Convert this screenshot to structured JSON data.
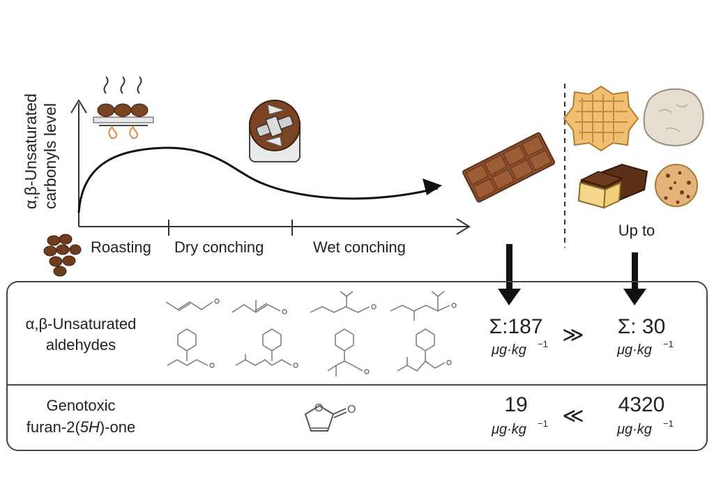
{
  "y_axis_label_line1": "α,β-Unsaturated",
  "y_axis_label_line2": "carbonyls level",
  "stages": [
    "Roasting",
    "Dry conching",
    "Wet conching"
  ],
  "up_to_label": "Up to",
  "table": {
    "row1": {
      "label_line1": "α,β-Unsaturated",
      "label_line2": "aldehydes",
      "value_chocolate": "Σ:187",
      "relation": "≫",
      "value_products": "Σ: 30",
      "unit_base": "μg·kg",
      "unit_exp": "−1"
    },
    "row2": {
      "label_line1": "Genotoxic",
      "label_line2_prefix": "furan-2(",
      "label_line2_italic": "5H",
      "label_line2_suffix": ")-one",
      "value_chocolate": "19",
      "relation": "≪",
      "value_products": "4320",
      "unit_base": "μg·kg",
      "unit_exp": "−1"
    }
  },
  "colors": {
    "chocolate": "#8a4f2e",
    "chocolate_dark": "#5c2f17",
    "bean": "#6e3d1f",
    "waffle": "#f0c070",
    "cookie": "#e2b47a"
  }
}
